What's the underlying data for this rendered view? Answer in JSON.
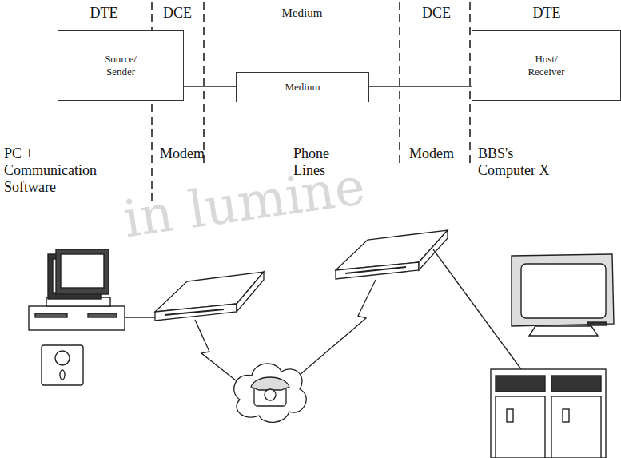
{
  "diagram": {
    "nodes": [
      {
        "text": [
          "Source/ Sender"
        ]
      },
      {
        "text": [
          "Medium"
        ]
      },
      {
        "text": [
          "Host/ Receiver"
        ]
      }
    ],
    "edges": [
      {
        "from": 0,
        "to": 1,
        "arrow": "none"
      },
      {
        "from": 1,
        "to": 2,
        "arrow": "none"
      }
    ],
    "labels": [
      "DTE",
      "DCE",
      "Medium",
      "DCE",
      "DTE",
      "PC + Communication Software",
      "Modem",
      "Phone Lines",
      "Modem",
      "BBS's Computer X",
      "in lumine"
    ]
  }
}
